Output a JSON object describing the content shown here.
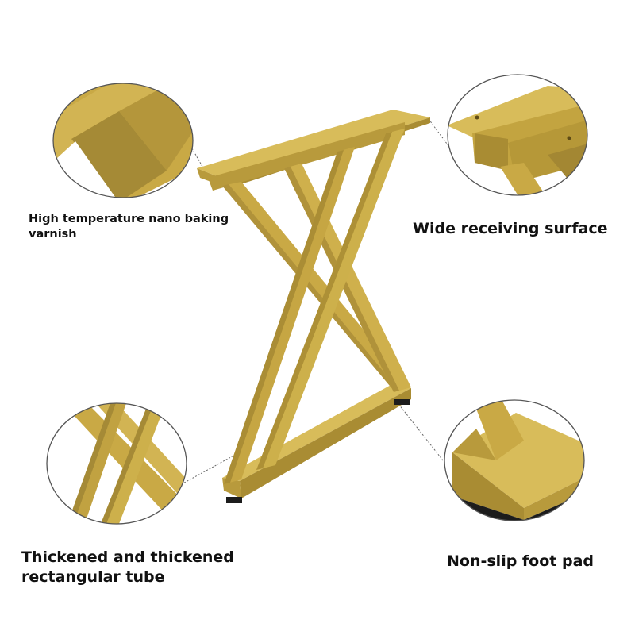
{
  "colors": {
    "metal_base": "#c9a945",
    "metal_light": "#d8bc5a",
    "metal_dark": "#a98c33",
    "metal_shadow": "#8a7229",
    "pad": "#1c1c1c",
    "callout_border": "#555555"
  },
  "callouts": {
    "varnish": {
      "label": "High temperature nano baking varnish",
      "icon": "varnish-closeup"
    },
    "surface": {
      "label": "Wide receiving surface",
      "icon": "mounting-plate-closeup"
    },
    "tube": {
      "label": "Thickened and thickened rectangular tube",
      "icon": "tube-closeup"
    },
    "foot": {
      "label": "Non-slip foot pad",
      "icon": "foot-pad-closeup"
    }
  }
}
